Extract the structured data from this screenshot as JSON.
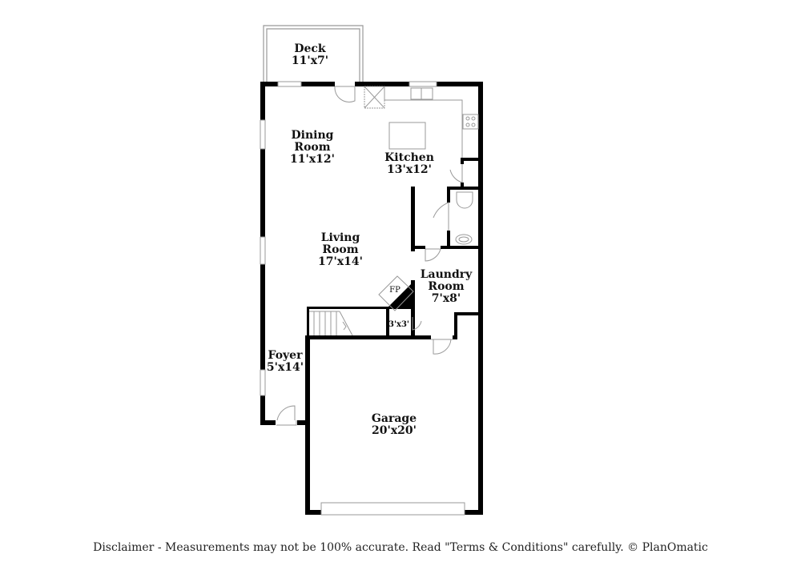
{
  "plan": {
    "wall_color": "#000000",
    "fixture_color": "#999999",
    "background": "#ffffff"
  },
  "rooms": {
    "deck": {
      "name": "Deck",
      "dim": "11'x7'"
    },
    "dining": {
      "name": "Dining",
      "name2": "Room",
      "dim": "11'x12'"
    },
    "kitchen": {
      "name": "Kitchen",
      "dim": "13'x12'"
    },
    "living": {
      "name": "Living",
      "name2": "Room",
      "dim": "17'x14'"
    },
    "laundry": {
      "name": "Laundry",
      "name2": "Room",
      "dim": "7'x8'"
    },
    "fireplace": {
      "name": "FP"
    },
    "closet": {
      "dim": "3'x3'"
    },
    "foyer": {
      "name": "Foyer",
      "dim": "5'x14'"
    },
    "garage": {
      "name": "Garage",
      "dim": "20'x20'"
    }
  },
  "footer": {
    "disclaimer": "Disclaimer - Measurements may not be 100% accurate. Read \"Terms & Conditions\" carefully. © PlanOmatic"
  }
}
